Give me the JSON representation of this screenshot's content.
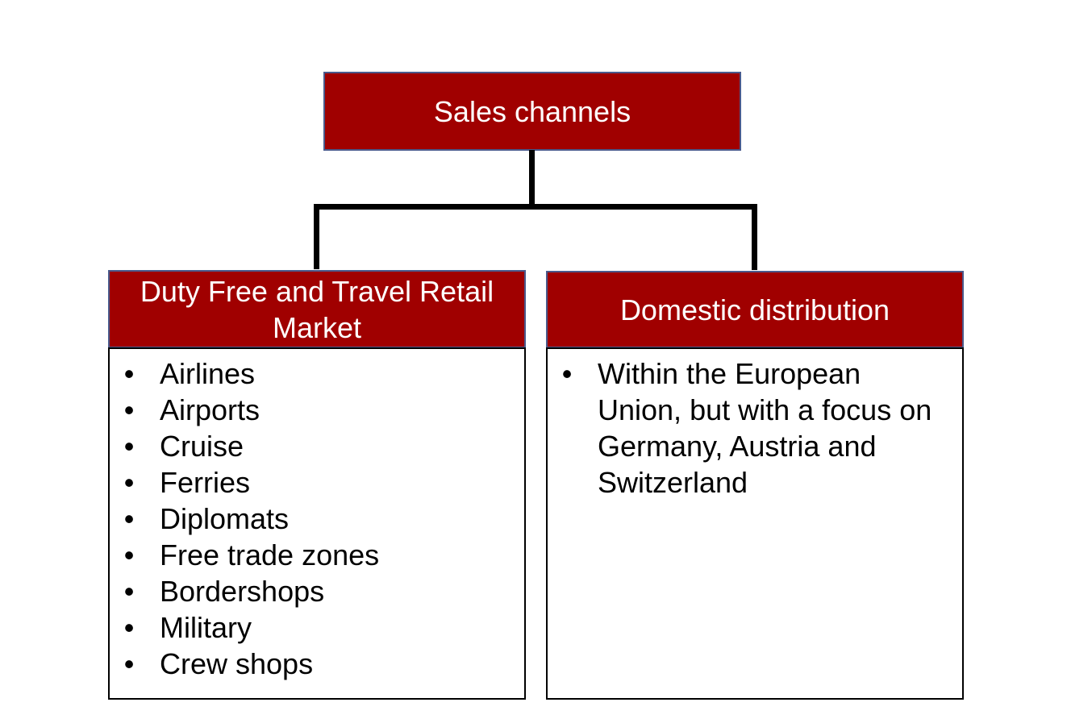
{
  "diagram": {
    "type": "hierarchy",
    "colors": {
      "header_fill": "#A00000",
      "header_border": "#4A5A8C",
      "header_text": "#FFFFFF",
      "body_fill": "#FFFFFF",
      "body_border": "#000000",
      "connector": "#000000"
    },
    "root": {
      "label": "Sales channels"
    },
    "children": [
      {
        "label": "Duty Free and Travel Retail Market",
        "bullet_symbol": "•",
        "items": [
          "Airlines",
          "Airports",
          "Cruise",
          "Ferries",
          "Diplomats",
          "Free trade zones",
          "Bordershops",
          "Military",
          "Crew shops"
        ]
      },
      {
        "label": "Domestic distribution",
        "bullet_symbol": "•",
        "items": [
          "Within the European Union, but with a focus on Germany, Austria and Switzerland"
        ]
      }
    ]
  }
}
